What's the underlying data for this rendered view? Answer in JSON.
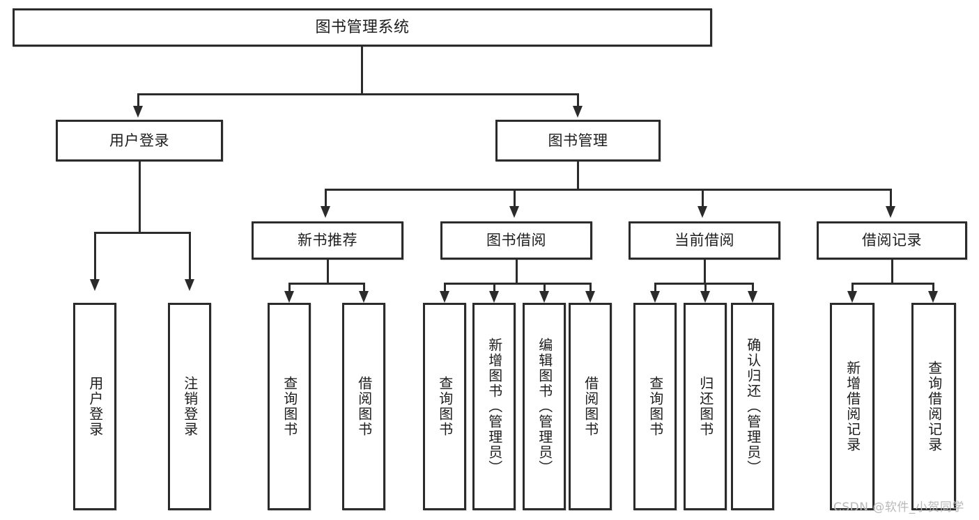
{
  "diagram": {
    "type": "tree-hierarchy-chart",
    "title": "图书管理系统",
    "orientation": "top-down",
    "colors": {
      "stroke": "#2b2b2b",
      "fill": "#ffffff",
      "text": "#1d1d1d",
      "watermark": "#b9b9b9",
      "background": "#ffffff"
    }
  },
  "nodes": {
    "root": {
      "label": "图书管理系统"
    },
    "level2": [
      {
        "label": "用户登录"
      },
      {
        "label": "图书管理"
      }
    ],
    "level3": [
      {
        "label": "新书推荐"
      },
      {
        "label": "图书借阅"
      },
      {
        "label": "当前借阅"
      },
      {
        "label": "借阅记录"
      }
    ],
    "leaves": {
      "user_login": [
        {
          "label": "用户登录"
        },
        {
          "label": "注销登录"
        }
      ],
      "new_book_recommend": [
        {
          "label": "查询图书"
        },
        {
          "label": "借阅图书"
        }
      ],
      "book_borrow": [
        {
          "label": "查询图书"
        },
        {
          "label": "新增图书（管理员）"
        },
        {
          "label": "编辑图书（管理员）"
        },
        {
          "label": "借阅图书"
        }
      ],
      "current_borrow": [
        {
          "label": "查询图书"
        },
        {
          "label": "归还图书"
        },
        {
          "label": "确认归还（管理员）"
        }
      ],
      "borrow_record": [
        {
          "label": "新增借阅记录"
        },
        {
          "label": "查询借阅记录"
        }
      ]
    }
  },
  "watermark": {
    "text": "CSDN @软件_小贺同学"
  }
}
